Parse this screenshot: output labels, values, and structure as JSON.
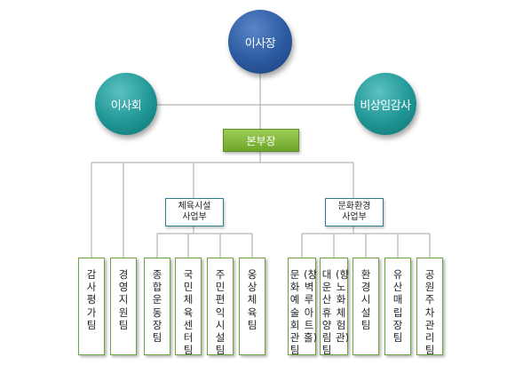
{
  "chairman": "이사장",
  "board": "이사회",
  "auditor": "비상임감사",
  "headquarters": "본부장",
  "divisions": {
    "sports": "체육시설\n사업부",
    "culture": "문화환경\n사업부"
  },
  "teams": {
    "audit": "감사평가팀",
    "management": "경영지원팀",
    "stadium": "종합운동장팀",
    "sports_center": "국민체육센터팀",
    "convenience": "주민편익시설팀",
    "ongsang": "옹상체육팀",
    "art_hall_main": "문화예술회관팀",
    "art_hall_sub": "(창벽루아트홀)",
    "hyangno_sub": "(향노화체험관)",
    "hyangno_main": "대운산휴양림팀",
    "environment": "환경시설팀",
    "park": "유산매립장팀",
    "parking": "공원주차관리팀"
  },
  "colors": {
    "chairman": "#2c5aa0",
    "board": "#1f9696",
    "headquarters": "#7ab535",
    "team_border": "#6aa53a",
    "division_border": "#2f7c8a",
    "lines": "#b5b5b5"
  }
}
